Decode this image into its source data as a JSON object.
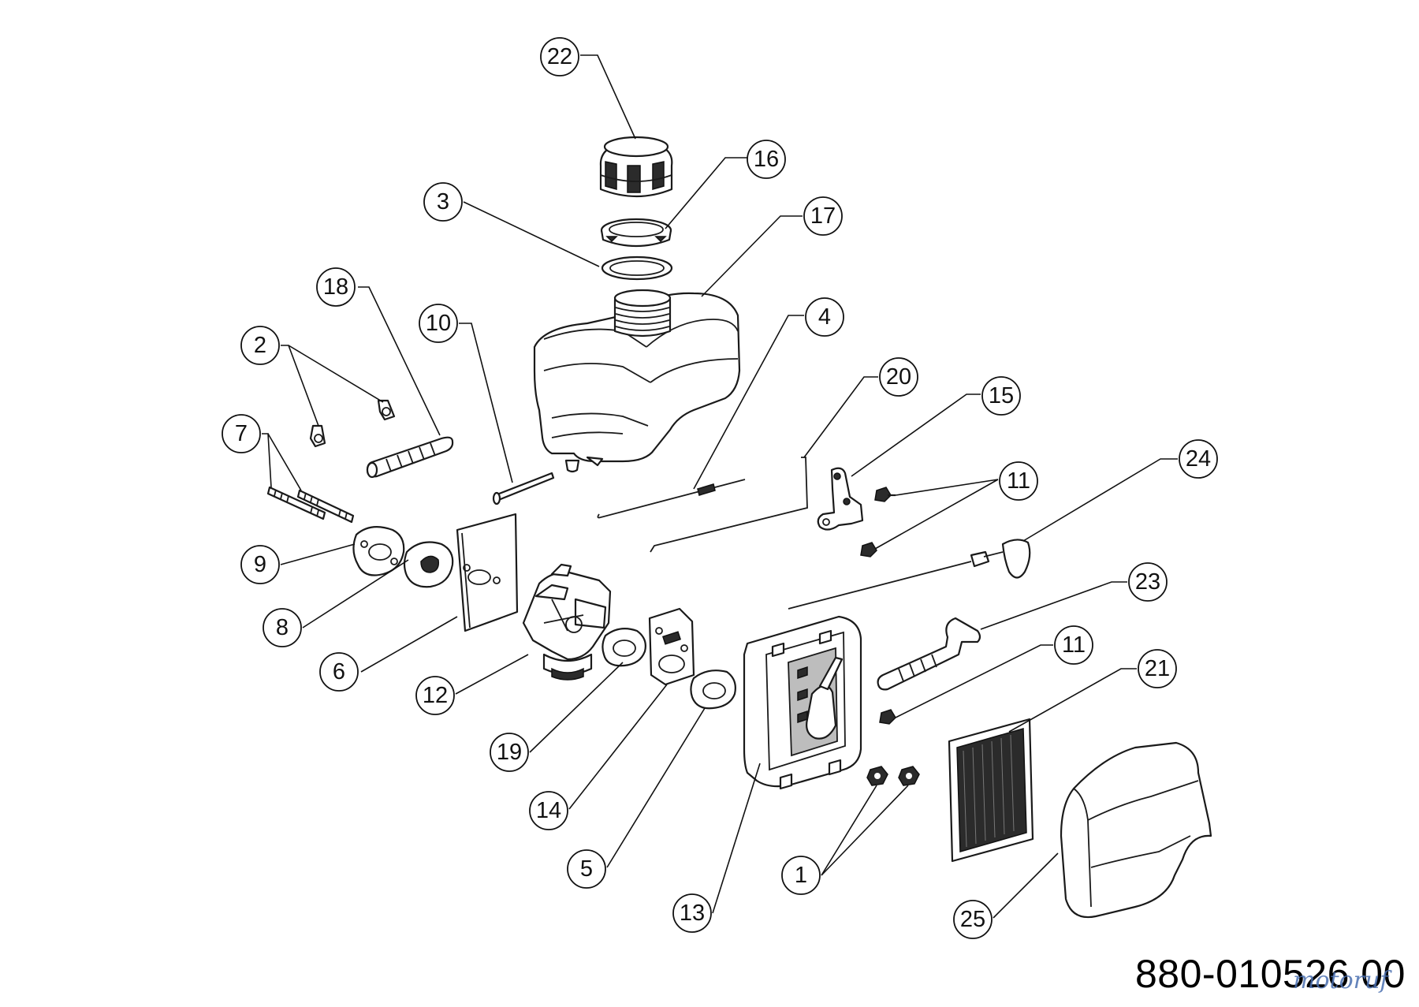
{
  "drawing_number": "880-010526 00",
  "watermark": "motoruf",
  "callouts": [
    {
      "label": "22"
    },
    {
      "label": "16"
    },
    {
      "label": "3"
    },
    {
      "label": "17"
    },
    {
      "label": "18"
    },
    {
      "label": "10"
    },
    {
      "label": "4"
    },
    {
      "label": "2"
    },
    {
      "label": "20"
    },
    {
      "label": "15"
    },
    {
      "label": "7"
    },
    {
      "label": "11"
    },
    {
      "label": "24"
    },
    {
      "label": "9"
    },
    {
      "label": "8"
    },
    {
      "label": "23"
    },
    {
      "label": "6"
    },
    {
      "label": "11"
    },
    {
      "label": "21"
    },
    {
      "label": "12"
    },
    {
      "label": "19"
    },
    {
      "label": "14"
    },
    {
      "label": "5"
    },
    {
      "label": "1"
    },
    {
      "label": "13"
    },
    {
      "label": "25"
    }
  ]
}
